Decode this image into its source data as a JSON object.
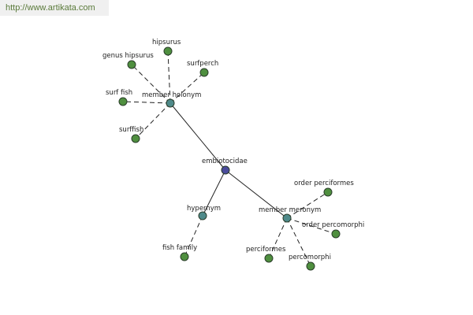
{
  "watermark": {
    "text": "http://www.artikata.com"
  },
  "colors": {
    "root": "#4b4c9c",
    "relation": "#4f8a8a",
    "leaf": "#4f8f3f"
  },
  "graph": {
    "root": "embiotocidae",
    "relations": [
      {
        "id": "holonym",
        "label": "member holonym",
        "leaves": [
          "hipsurus",
          "genus hipsurus",
          "surfperch",
          "surf fish",
          "surffish"
        ]
      },
      {
        "id": "hypernym",
        "label": "hypernym",
        "leaves": [
          "fish family"
        ]
      },
      {
        "id": "meronym",
        "label": "member meronym",
        "leaves": [
          "order perciformes",
          "order percomorphi",
          "perciformes",
          "percomorphi"
        ]
      }
    ]
  }
}
